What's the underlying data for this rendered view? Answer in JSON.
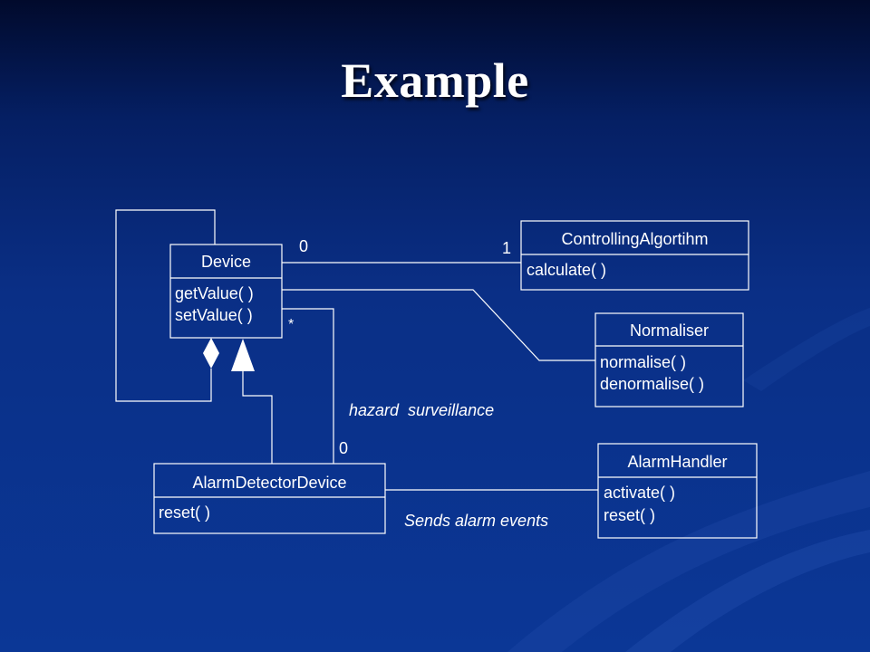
{
  "title": "Example",
  "classes": {
    "device": {
      "name": "Device",
      "methods": [
        "getValue( )",
        "setValue( )"
      ]
    },
    "controlling": {
      "name": "ControllingAlgortihm",
      "methods": [
        "calculate( )"
      ]
    },
    "normaliser": {
      "name": "Normaliser",
      "methods": [
        "normalise( )",
        "denormalise( )"
      ]
    },
    "alarm_detector": {
      "name": "AlarmDetectorDevice",
      "methods": [
        "reset( )"
      ]
    },
    "alarm_handler": {
      "name": "AlarmHandler",
      "methods": [
        "activate( )",
        "reset( )"
      ]
    }
  },
  "multiplicities": {
    "device_controlling_device_end": "0",
    "device_controlling_controlling_end": "1",
    "surveillance_device_end": "*",
    "surveillance_detector_end": "0"
  },
  "associations": {
    "surveillance": "hazard  surveillance",
    "alarm_events": "Sends alarm events"
  },
  "colors": {
    "background_top": "#010a2c",
    "background_bottom": "#0b3796",
    "lines": "#ffffff",
    "text": "#ffffff"
  }
}
